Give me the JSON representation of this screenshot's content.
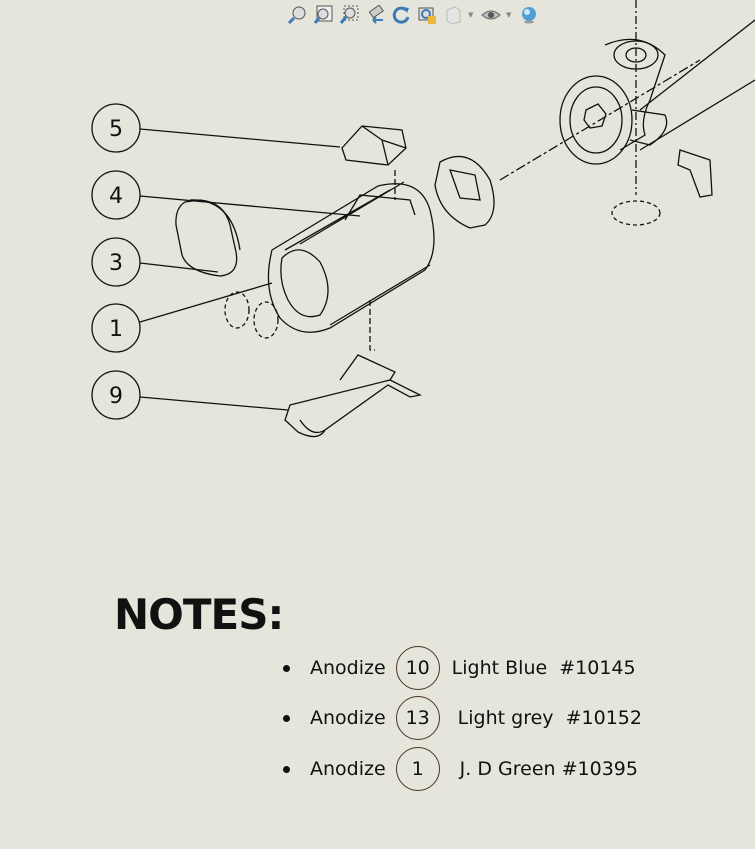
{
  "toolbar": {
    "items": [
      {
        "icon": "zoom-to-fit-icon"
      },
      {
        "icon": "zoom-to-area-icon"
      },
      {
        "icon": "zoom-in-out-icon"
      },
      {
        "icon": "previous-view-icon"
      },
      {
        "icon": "rotate-icon"
      },
      {
        "icon": "view-settings-icon"
      },
      {
        "icon": "display-style-icon"
      },
      {
        "icon": "hide-show-icon"
      },
      {
        "icon": "appearance-icon"
      }
    ]
  },
  "balloons": [
    {
      "label": "5"
    },
    {
      "label": "4"
    },
    {
      "label": "3"
    },
    {
      "label": "1"
    },
    {
      "label": "9"
    }
  ],
  "notes": {
    "title": "NOTES:",
    "items": [
      {
        "action": "Anodize",
        "item": "10",
        "color": "Light Blue  #10145"
      },
      {
        "action": "Anodize",
        "item": "13",
        "color": "Light grey  #10152"
      },
      {
        "action": "Anodize",
        "item": "1",
        "color": "J. D Green #10395"
      }
    ]
  }
}
